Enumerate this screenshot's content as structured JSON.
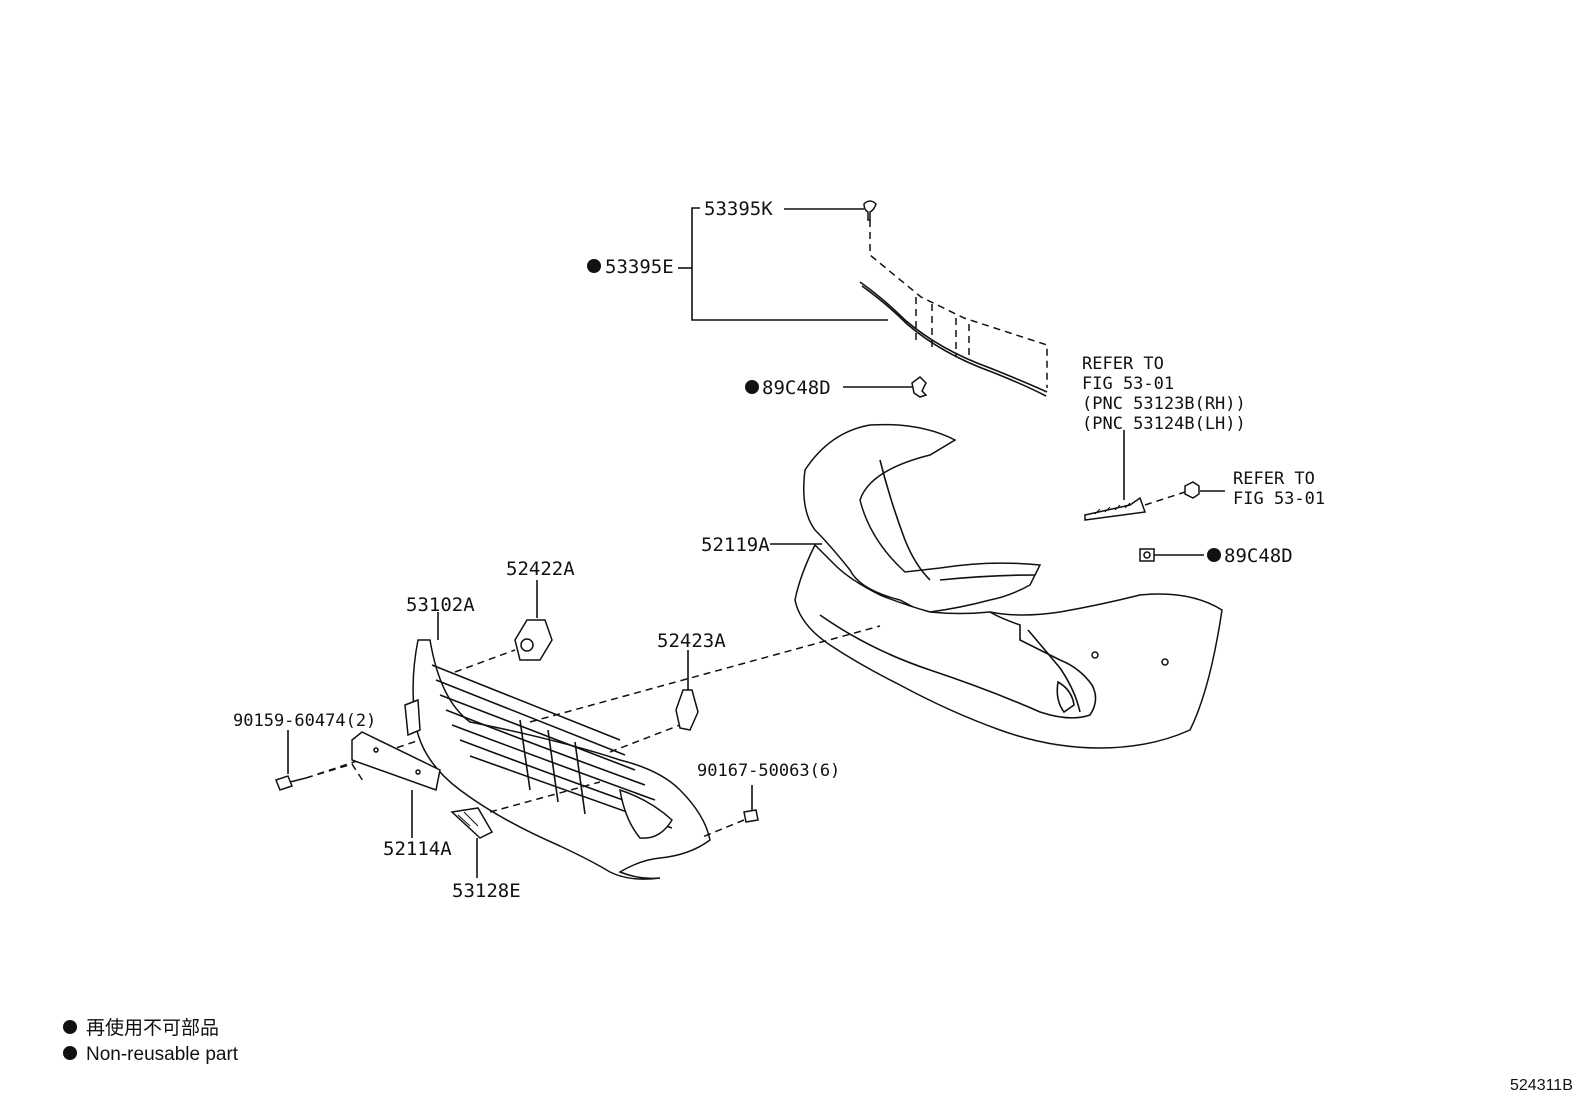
{
  "labels": {
    "p53395K": "53395K",
    "p53395E": "53395E",
    "p89C48D_top": "89C48D",
    "p89C48D_right": "89C48D",
    "p52119A": "52119A",
    "p52422A": "52422A",
    "p53102A": "53102A",
    "p52423A": "52423A",
    "p90159": "90159-60474(2)",
    "p90167": "90167-50063(6)",
    "p52114A": "52114A",
    "p53128E": "53128E"
  },
  "refer1": {
    "line1": "REFER TO",
    "line2": "FIG 53-01",
    "line3": "(PNC 53123B(RH))",
    "line4": "(PNC 53124B(LH))"
  },
  "refer2": {
    "line1": "REFER TO",
    "line2": "FIG 53-01"
  },
  "legend": {
    "jp": "再使用不可部品",
    "en": "Non-reusable part"
  },
  "figure_id": "524311B"
}
